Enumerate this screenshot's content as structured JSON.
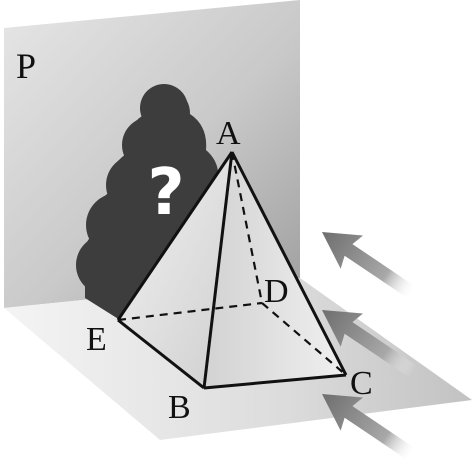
{
  "plane_label": "P",
  "vertices": {
    "A": "A",
    "B": "B",
    "C": "C",
    "D": "D",
    "E": "E"
  },
  "shadow_mark": "?",
  "colors": {
    "shadow": "#3d3d3d",
    "edge": "#111111",
    "arrow": "#8a8a8a"
  }
}
